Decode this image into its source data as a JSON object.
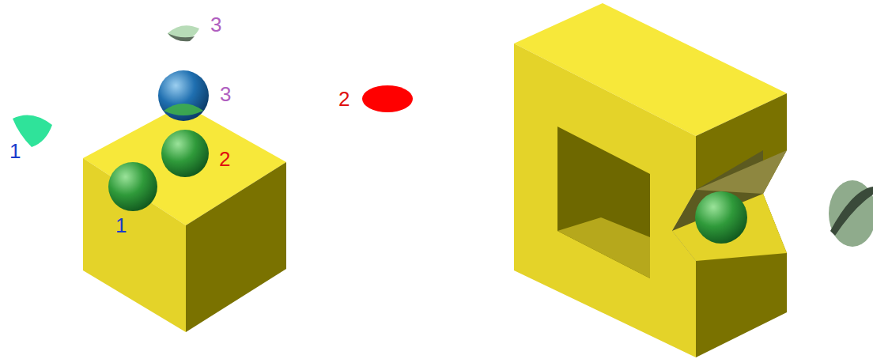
{
  "diagram": {
    "labels": [
      "3",
      "3",
      "1",
      "2",
      "2",
      "1"
    ]
  }
}
